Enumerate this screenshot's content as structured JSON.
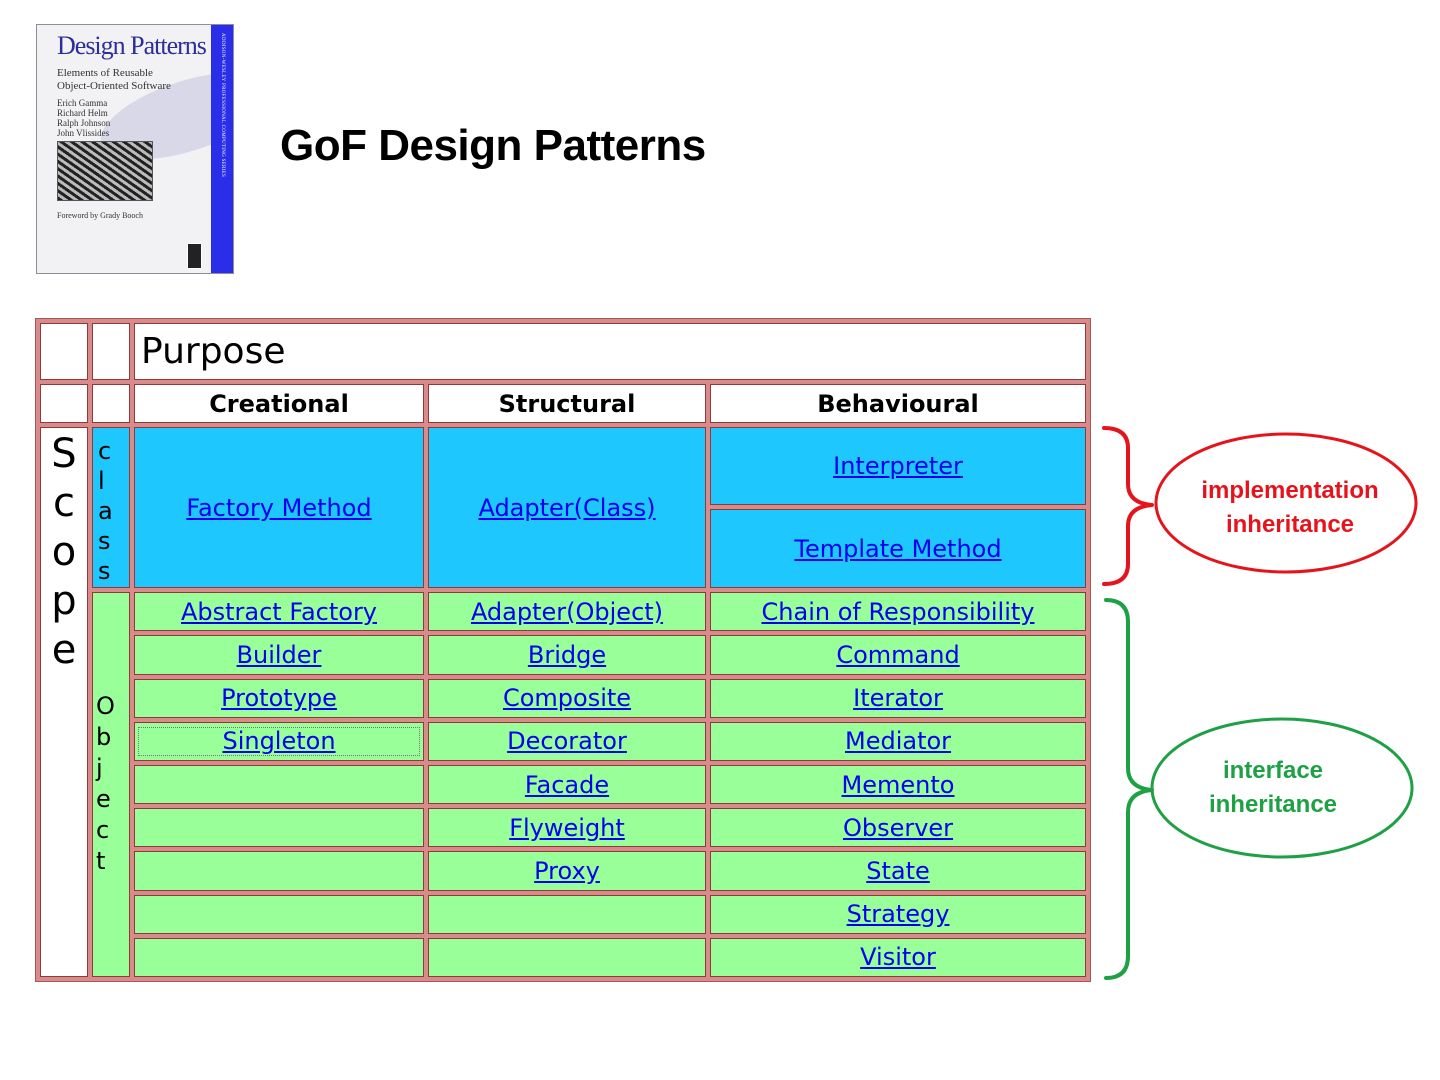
{
  "slide": {
    "title": "GoF Design Patterns"
  },
  "book": {
    "title": "Design Patterns",
    "subtitle_lines": [
      "Elements of Reusable",
      "Object-Oriented Software"
    ],
    "authors": [
      "Erich Gamma",
      "Richard Helm",
      "Ralph Johnson",
      "John Vlissides"
    ],
    "foreword": "Foreword by Grady Booch",
    "spine": "ADDISON-WESLEY PROFESSIONAL COMPUTING SERIES"
  },
  "table": {
    "purpose_label": "Purpose",
    "scope_letters": [
      "S",
      "c",
      "o",
      "p",
      "e"
    ],
    "class_letters": [
      "c",
      "l",
      "a",
      "s",
      "s"
    ],
    "object_letters": [
      "O",
      "b",
      "j",
      "e",
      "c",
      "t"
    ],
    "columns": [
      "Creational",
      "Structural",
      "Behavioural"
    ],
    "class_scope": {
      "creational": "Factory Method",
      "structural": "Adapter(Class)",
      "behavioural": [
        "Interpreter",
        "Template Method"
      ]
    },
    "object_rows": [
      [
        "Abstract Factory",
        "Adapter(Object)",
        "Chain of Responsibility"
      ],
      [
        "Builder",
        "Bridge",
        "Command"
      ],
      [
        "Prototype",
        "Composite",
        "Iterator"
      ],
      [
        "Singleton",
        "Decorator",
        "Mediator"
      ],
      [
        "",
        "Facade",
        "Memento"
      ],
      [
        "",
        "Flyweight",
        "Observer"
      ],
      [
        "",
        "Proxy",
        "State"
      ],
      [
        "",
        "",
        "Strategy"
      ],
      [
        "",
        "",
        "Visitor"
      ]
    ]
  },
  "annotations": {
    "class_group": {
      "lines": [
        "implementation",
        "inheritance"
      ],
      "color": "#e5141c"
    },
    "object_group": {
      "lines": [
        "interface",
        "inheritance"
      ],
      "color": "#1ea045"
    }
  },
  "colors": {
    "class_cells": "#1ec8ff",
    "object_cells": "#99ff99",
    "link": "#0000ee",
    "table_border": "#d98a8a"
  }
}
